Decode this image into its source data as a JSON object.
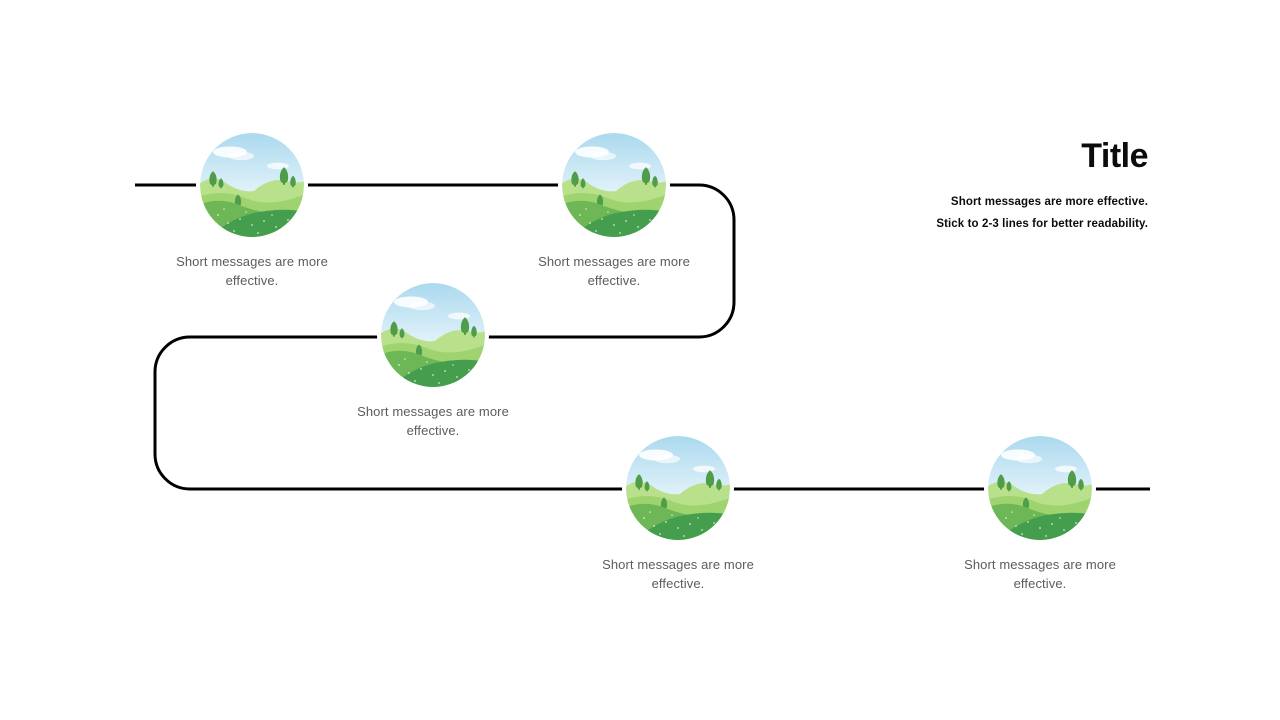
{
  "slide": {
    "title": "Title",
    "subtitle_lines": [
      "Short messages are more effective.",
      "Stick to 2-3 lines for better readability."
    ],
    "milestones": [
      {
        "caption": "Short messages are more effective.",
        "image": "hillside-landscape-illustration"
      },
      {
        "caption": "Short messages are more effective.",
        "image": "hillside-landscape-illustration"
      },
      {
        "caption": "Short messages are more effective.",
        "image": "hillside-landscape-illustration"
      },
      {
        "caption": "Short messages are more effective.",
        "image": "hillside-landscape-illustration"
      },
      {
        "caption": "Short messages are more effective.",
        "image": "hillside-landscape-illustration"
      }
    ],
    "colors": {
      "connector_line": "#000000",
      "title_text": "#0c0c0c",
      "caption_text": "#5c5c5c",
      "illustration": {
        "sky_top": "#abd9ee",
        "sky_bottom": "#f2fafd",
        "cloud": "#ffffff",
        "hill_back_light": "#b9e18c",
        "hill_mid": "#9ed36f",
        "hill_front": "#6db757",
        "hill_dark": "#459e4d",
        "tree": "#4f9c49",
        "trunk": "#3f7d3b"
      }
    }
  }
}
